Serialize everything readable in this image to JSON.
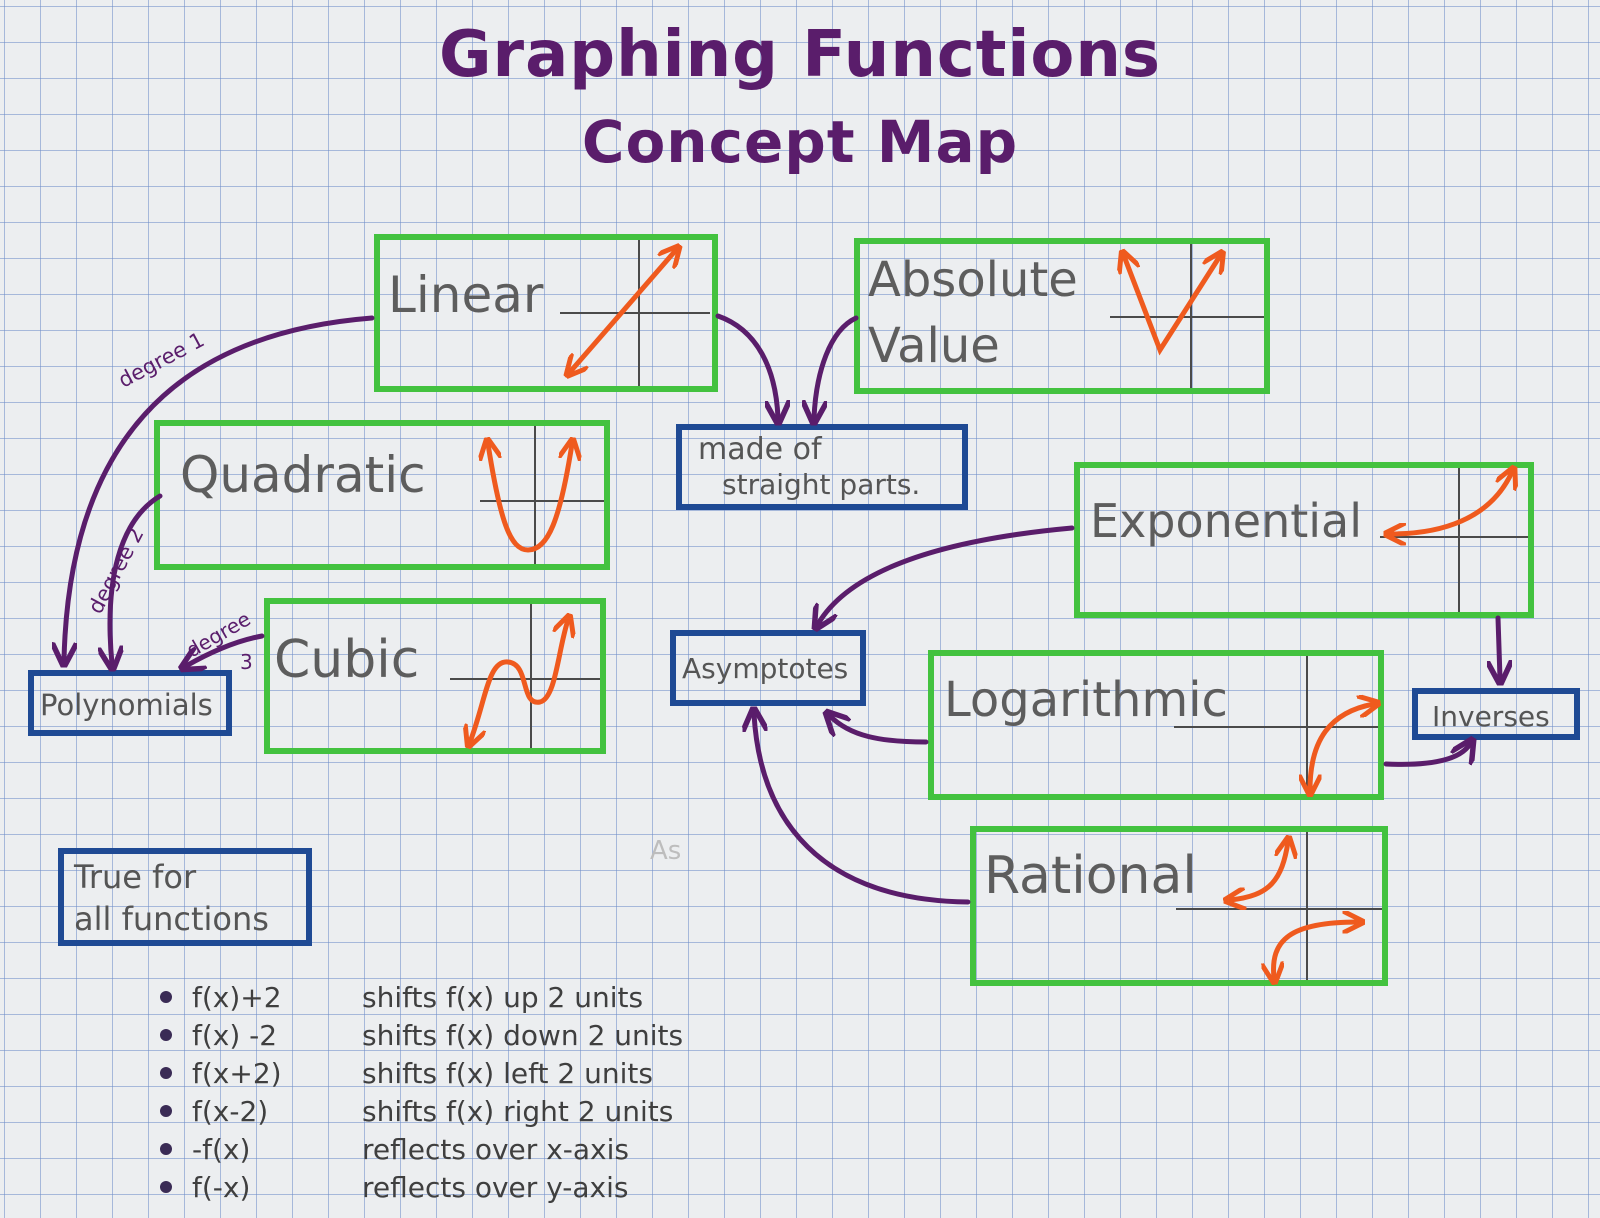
{
  "title": {
    "line1": "Graphing Functions",
    "line2": "Concept Map"
  },
  "functions": {
    "linear": "Linear",
    "absolute_value_1": "Absolute",
    "absolute_value_2": "Value",
    "quadratic": "Quadratic",
    "cubic": "Cubic",
    "exponential": "Exponential",
    "logarithmic": "Logarithmic",
    "rational": "Rational"
  },
  "categories": {
    "straight_1": "made of",
    "straight_2": "straight parts.",
    "polynomials": "Polynomials",
    "asymptotes": "Asymptotes",
    "inverses": "Inverses",
    "true_for_all_1": "True for",
    "true_for_all_2": "all functions"
  },
  "edge_labels": {
    "degree1": "degree 1",
    "degree2": "degree 2",
    "degree3_a": "degree",
    "degree3_b": "3"
  },
  "stray_mark": "As",
  "rules": [
    {
      "expr": "f(x)+2",
      "desc": "shifts f(x) up 2 units"
    },
    {
      "expr": "f(x) -2",
      "desc": "shifts f(x) down 2 units"
    },
    {
      "expr": "f(x+2)",
      "desc": "shifts f(x) left 2 units"
    },
    {
      "expr": "f(x-2)",
      "desc": "shifts f(x) right 2 units"
    },
    {
      "expr": "-f(x)",
      "desc": "reflects over x-axis"
    },
    {
      "expr": "f(-x)",
      "desc": "reflects over y-axis"
    }
  ],
  "colors": {
    "function_box": "#43c23f",
    "category_box": "#1f4a94",
    "arrow": "#5a1d6b",
    "curve": "#ef5a1e"
  }
}
